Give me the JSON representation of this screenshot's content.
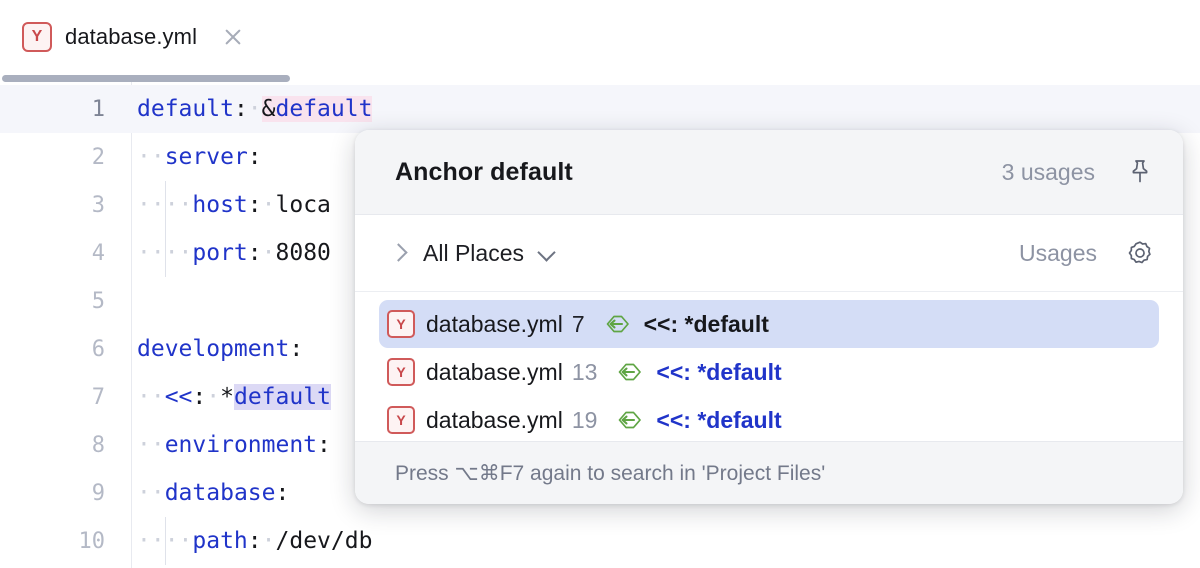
{
  "tab": {
    "file_icon": "yaml-file-icon",
    "file_icon_letter": "Y",
    "title": "database.yml",
    "close_icon": "close-icon"
  },
  "editor": {
    "language": "yaml",
    "current_line": 1,
    "lines": [
      {
        "num": "1",
        "indent_guides": 0,
        "tokens": [
          {
            "t": "default",
            "c": "k"
          },
          {
            "t": ":",
            "c": "v"
          },
          {
            "t": "·",
            "c": "ws"
          },
          {
            "t": "&",
            "c": "amp hl-anchor"
          },
          {
            "t": "default",
            "c": "anc hl-anchor"
          }
        ]
      },
      {
        "num": "2",
        "indent_guides": 0,
        "tokens": [
          {
            "t": "··",
            "c": "ws"
          },
          {
            "t": "server",
            "c": "k"
          },
          {
            "t": ":",
            "c": "v"
          }
        ]
      },
      {
        "num": "3",
        "indent_guides": 1,
        "tokens": [
          {
            "t": "····",
            "c": "ws"
          },
          {
            "t": "host",
            "c": "k"
          },
          {
            "t": ":",
            "c": "v"
          },
          {
            "t": "·",
            "c": "ws"
          },
          {
            "t": "loca",
            "c": "v"
          }
        ]
      },
      {
        "num": "4",
        "indent_guides": 1,
        "tokens": [
          {
            "t": "····",
            "c": "ws"
          },
          {
            "t": "port",
            "c": "k"
          },
          {
            "t": ":",
            "c": "v"
          },
          {
            "t": "·",
            "c": "ws"
          },
          {
            "t": "8080",
            "c": "v"
          }
        ]
      },
      {
        "num": "5",
        "indent_guides": 0,
        "tokens": []
      },
      {
        "num": "6",
        "indent_guides": 0,
        "tokens": [
          {
            "t": "development",
            "c": "k"
          },
          {
            "t": ":",
            "c": "v"
          }
        ]
      },
      {
        "num": "7",
        "indent_guides": 0,
        "tokens": [
          {
            "t": "··",
            "c": "ws"
          },
          {
            "t": "<<",
            "c": "k"
          },
          {
            "t": ":",
            "c": "v"
          },
          {
            "t": "·",
            "c": "ws"
          },
          {
            "t": "*",
            "c": "amp"
          },
          {
            "t": "default",
            "c": "anc hl-alias"
          }
        ]
      },
      {
        "num": "8",
        "indent_guides": 0,
        "tokens": [
          {
            "t": "··",
            "c": "ws"
          },
          {
            "t": "environment",
            "c": "k"
          },
          {
            "t": ":",
            "c": "v"
          }
        ]
      },
      {
        "num": "9",
        "indent_guides": 0,
        "tokens": [
          {
            "t": "··",
            "c": "ws"
          },
          {
            "t": "database",
            "c": "k"
          },
          {
            "t": ":",
            "c": "v"
          }
        ]
      },
      {
        "num": "10",
        "indent_guides": 1,
        "tokens": [
          {
            "t": "····",
            "c": "ws"
          },
          {
            "t": "path",
            "c": "k"
          },
          {
            "t": ":",
            "c": "v"
          },
          {
            "t": "·",
            "c": "ws"
          },
          {
            "t": "/dev/db",
            "c": "v"
          }
        ]
      }
    ]
  },
  "popup": {
    "title": "Anchor default",
    "usages_count": "3 usages",
    "pin_icon": "pin-icon",
    "scope": {
      "expand_icon": "chevron-right-icon",
      "label": "All Places",
      "dropdown_icon": "chevron-down-icon"
    },
    "usages_label": "Usages",
    "settings_icon": "gear-icon",
    "results": [
      {
        "file_icon_letter": "Y",
        "file": "database.yml",
        "line": "7",
        "access_icon": "read-write-access-icon",
        "snippet": "<<: *default",
        "selected": true
      },
      {
        "file_icon_letter": "Y",
        "file": "database.yml",
        "line": "13",
        "access_icon": "read-write-access-icon",
        "snippet": "<<: *default",
        "selected": false
      },
      {
        "file_icon_letter": "Y",
        "file": "database.yml",
        "line": "19",
        "access_icon": "read-write-access-icon",
        "snippet": "<<: *default",
        "selected": false
      }
    ],
    "footer_hint": "Press ⌥⌘F7 again to search in 'Project Files'"
  },
  "colors": {
    "accent_selection": "#d4ddf6",
    "yaml_key": "#2034c9",
    "anchor_highlight": "#f9e3ee",
    "alias_highlight": "#dcd9f5",
    "file_icon_red": "#c8484b",
    "access_icon_green": "#5fa544"
  }
}
